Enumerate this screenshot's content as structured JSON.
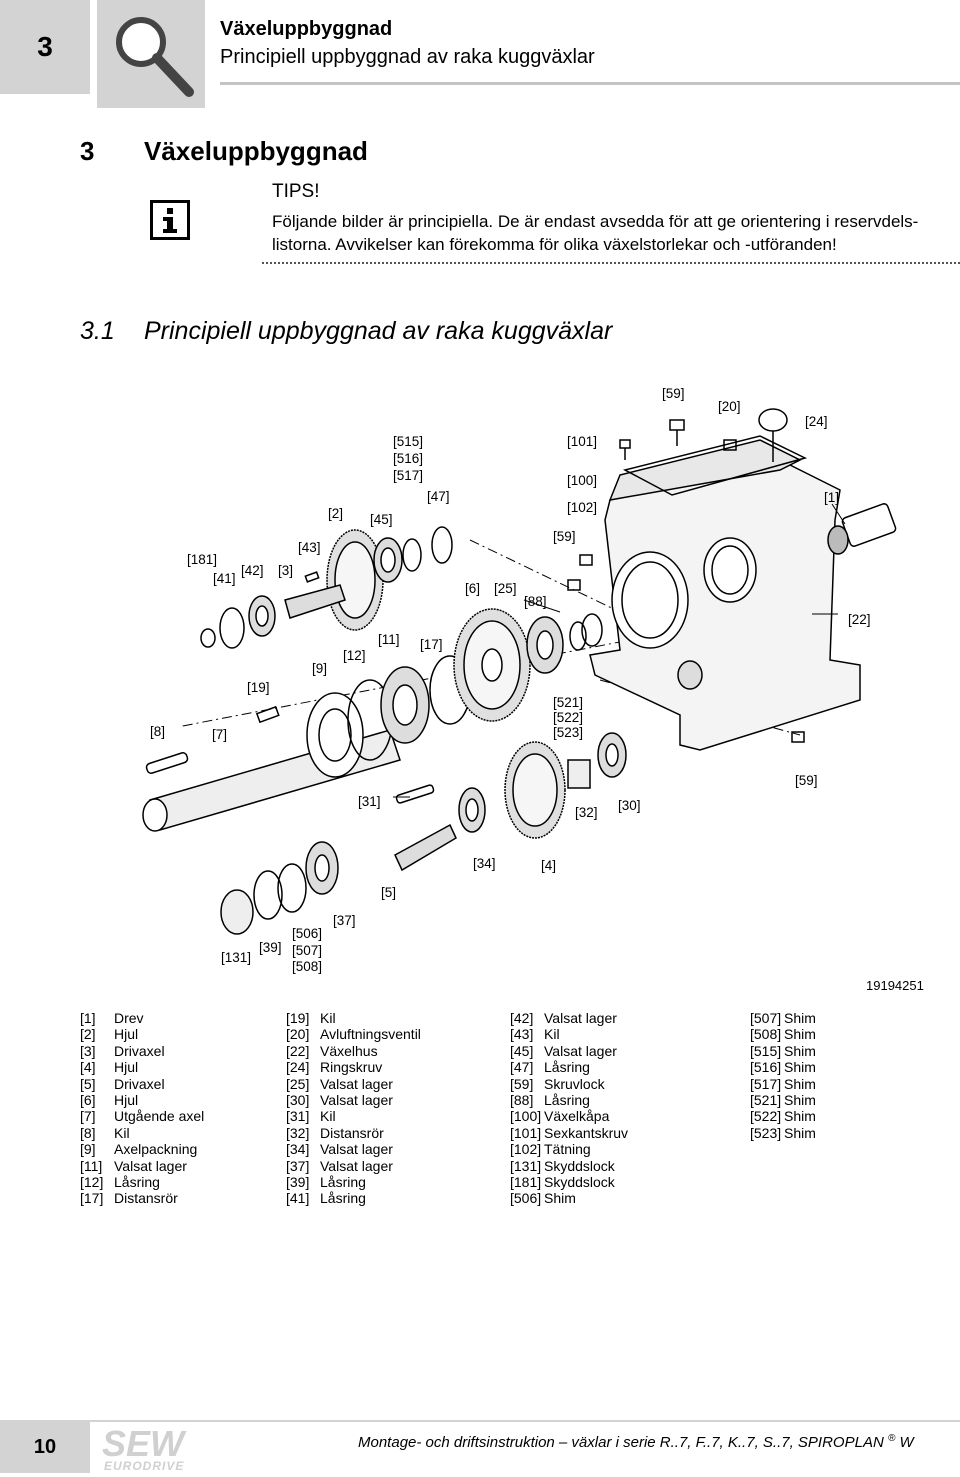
{
  "header": {
    "chapter_number": "3",
    "title": "Växeluppbyggnad",
    "subtitle": "Principiell uppbyggnad av raka kuggväxlar",
    "icon": "magnifier-icon"
  },
  "section": {
    "number": "3",
    "title": "Växeluppbyggnad"
  },
  "tip": {
    "icon": "info-icon",
    "title": "TIPS!",
    "body": "Följande bilder är principiella. De är endast avsedda för att ge orientering i reservdels-listorna. Avvikelser kan förekomma för olika växelstorlekar och -utföranden!"
  },
  "subsection": {
    "number": "3.1",
    "title": "Principiell uppbyggnad av raka kuggväxlar"
  },
  "figure": {
    "id": "19194251",
    "callouts": [
      "[59]",
      "[20]",
      "[24]",
      "[515]",
      "[516]",
      "[517]",
      "[101]",
      "[100]",
      "[102]",
      "[47]",
      "[2]",
      "[45]",
      "[1]",
      "[59]",
      "[43]",
      "[181]",
      "[42]",
      "[3]",
      "[41]",
      "[6]",
      "[25]",
      "[88]",
      "[22]",
      "[11]",
      "[17]",
      "[12]",
      "[9]",
      "[19]",
      "[521]",
      "[522]",
      "[523]",
      "[8]",
      "[7]",
      "[59]",
      "[31]",
      "[32]",
      "[30]",
      "[34]",
      "[4]",
      "[5]",
      "[37]",
      "[506]",
      "[39]",
      "[507]",
      "[131]",
      "[508]"
    ]
  },
  "legend": {
    "col1": [
      {
        "code": "[1]",
        "name": "Drev"
      },
      {
        "code": "[2]",
        "name": "Hjul"
      },
      {
        "code": "[3]",
        "name": "Drivaxel"
      },
      {
        "code": "[4]",
        "name": "Hjul"
      },
      {
        "code": "[5]",
        "name": "Drivaxel"
      },
      {
        "code": "[6]",
        "name": "Hjul"
      },
      {
        "code": "[7]",
        "name": "Utgående axel"
      },
      {
        "code": "[8]",
        "name": "Kil"
      },
      {
        "code": "[9]",
        "name": "Axelpackning"
      },
      {
        "code": "[11]",
        "name": "Valsat lager"
      },
      {
        "code": "[12]",
        "name": "Låsring"
      },
      {
        "code": "[17]",
        "name": "Distansrör"
      }
    ],
    "col2": [
      {
        "code": "[19]",
        "name": "Kil"
      },
      {
        "code": "[20]",
        "name": "Avluftningsventil"
      },
      {
        "code": "[22]",
        "name": "Växelhus"
      },
      {
        "code": "[24]",
        "name": "Ringskruv"
      },
      {
        "code": "[25]",
        "name": "Valsat lager"
      },
      {
        "code": "[30]",
        "name": "Valsat lager"
      },
      {
        "code": "[31]",
        "name": "Kil"
      },
      {
        "code": "[32]",
        "name": "Distansrör"
      },
      {
        "code": "[34]",
        "name": "Valsat lager"
      },
      {
        "code": "[37]",
        "name": "Valsat lager"
      },
      {
        "code": "[39]",
        "name": "Låsring"
      },
      {
        "code": "[41]",
        "name": "Låsring"
      }
    ],
    "col3": [
      {
        "code": "[42]",
        "name": "Valsat lager"
      },
      {
        "code": "[43]",
        "name": "Kil"
      },
      {
        "code": "[45]",
        "name": "Valsat lager"
      },
      {
        "code": "[47]",
        "name": "Låsring"
      },
      {
        "code": "[59]",
        "name": "Skruvlock"
      },
      {
        "code": "[88]",
        "name": "Låsring"
      },
      {
        "code": "[100]",
        "name": "Växelkåpa"
      },
      {
        "code": "[101]",
        "name": "Sexkantskruv"
      },
      {
        "code": "[102]",
        "name": "Tätning"
      },
      {
        "code": "[131]",
        "name": "Skyddslock"
      },
      {
        "code": "[181]",
        "name": "Skyddslock"
      },
      {
        "code": "[506]",
        "name": "Shim"
      }
    ],
    "col4": [
      {
        "code": "[507]",
        "name": "Shim"
      },
      {
        "code": "[508]",
        "name": "Shim"
      },
      {
        "code": "[515]",
        "name": "Shim"
      },
      {
        "code": "[516]",
        "name": "Shim"
      },
      {
        "code": "[517]",
        "name": "Shim"
      },
      {
        "code": "[521]",
        "name": "Shim"
      },
      {
        "code": "[522]",
        "name": "Shim"
      },
      {
        "code": "[523]",
        "name": "Shim"
      }
    ]
  },
  "footer": {
    "page_number": "10",
    "logo_top": "SEW",
    "logo_bottom": "EURODRIVE",
    "text": "Montage- och driftsinstruktion – växlar i serie R..7, F..7, K..7, S..7, SPIROPLAN",
    "registered": "®",
    "text_suffix": " W"
  }
}
